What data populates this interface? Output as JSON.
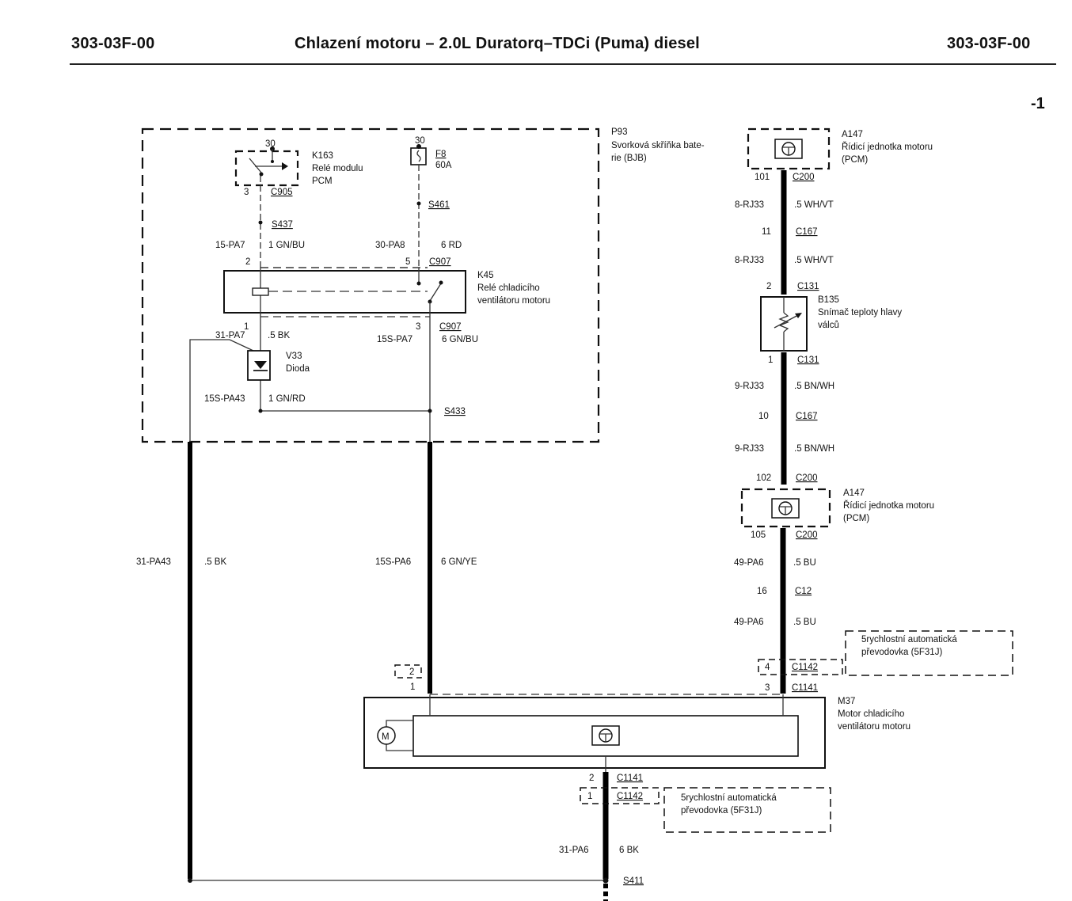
{
  "header": {
    "section_left": "303-03F-00",
    "title": "Chlazení motoru – 2.0L Duratorq–TDCi (Puma) diesel",
    "section_right": "303-03F-00",
    "page_suffix": "-1"
  },
  "components": {
    "p93": {
      "id": "P93",
      "desc1": "Svorková skříňka bate-",
      "desc2": "rie (BJB)"
    },
    "k163": {
      "id": "K163",
      "desc1": "Relé modulu",
      "desc2": "PCM",
      "terminal_top": "30"
    },
    "f8": {
      "id": "F8",
      "rating": "60A",
      "terminal_top": "30"
    },
    "k45": {
      "id": "K45",
      "desc1": "Relé chladicího",
      "desc2": "ventilátoru motoru"
    },
    "v33": {
      "id": "V33",
      "desc": "Dioda"
    },
    "a147_top": {
      "id": "A147",
      "desc1": "Řídicí jednotka motoru",
      "desc2": "(PCM)"
    },
    "b135": {
      "id": "B135",
      "desc1": "Snímač teploty hlavy",
      "desc2": "válců"
    },
    "a147_bottom": {
      "id": "A147",
      "desc1": "Řídicí jednotka motoru",
      "desc2": "(PCM)"
    },
    "trans_upper": {
      "desc1": "5rychlostní automatická",
      "desc2": "převodovka (5F31J)"
    },
    "trans_lower": {
      "desc1": "5rychlostní automatická",
      "desc2": "převodovka (5F31J)"
    },
    "m37": {
      "id": "M37",
      "desc1": "Motor chladicího",
      "desc2": "ventilátoru motoru",
      "motor_symbol": "M"
    }
  },
  "connectors": {
    "c905": {
      "pin": "3",
      "name": "C905"
    },
    "s437": "S437",
    "s461": "S461",
    "c907_top_left": {
      "pin": "2"
    },
    "c907_top_right": {
      "pin": "5",
      "name": "C907"
    },
    "c907_bot_left": {
      "pin": "1"
    },
    "c907_bot_right": {
      "pin": "3",
      "name": "C907"
    },
    "s433": "S433",
    "c200_101": {
      "pin": "101",
      "name": "C200"
    },
    "c167_11": {
      "pin": "11",
      "name": "C167"
    },
    "c131_2": {
      "pin": "2",
      "name": "C131"
    },
    "c131_1": {
      "pin": "1",
      "name": "C131"
    },
    "c167_10": {
      "pin": "10",
      "name": "C167"
    },
    "c200_102": {
      "pin": "102",
      "name": "C200"
    },
    "c200_105": {
      "pin": "105",
      "name": "C200"
    },
    "c12_16": {
      "pin": "16",
      "name": "C12"
    },
    "c1142_4": {
      "pin": "4",
      "name": "C1142"
    },
    "c1141_3": {
      "pin": "3",
      "name": "C1141"
    },
    "c1142_2": {
      "pin": "2"
    },
    "c1141_1": {
      "pin": "1"
    },
    "c1141_2": {
      "pin": "2",
      "name": "C1141"
    },
    "c1142_1": {
      "pin": "1",
      "name": "C1142"
    },
    "s411": "S411"
  },
  "wires": {
    "w15pa7": {
      "circuit": "15-PA7",
      "spec": "1 GN/BU"
    },
    "w30pa8": {
      "circuit": "30-PA8",
      "spec": "6 RD"
    },
    "w31pa7": {
      "circuit": "31-PA7",
      "spec": ".5 BK"
    },
    "w15spa7": {
      "circuit": "15S-PA7",
      "spec": "6 GN/BU"
    },
    "w15spa43": {
      "circuit": "15S-PA43",
      "spec": "1 GN/RD"
    },
    "w31pa43": {
      "circuit": "31-PA43",
      "spec": ".5 BK"
    },
    "w15spa6": {
      "circuit": "15S-PA6",
      "spec": "6 GN/YE"
    },
    "w8rj33a": {
      "circuit": "8-RJ33",
      "spec": ".5 WH/VT"
    },
    "w8rj33b": {
      "circuit": "8-RJ33",
      "spec": ".5 WH/VT"
    },
    "w9rj33a": {
      "circuit": "9-RJ33",
      "spec": ".5 BN/WH"
    },
    "w9rj33b": {
      "circuit": "9-RJ33",
      "spec": ".5 BN/WH"
    },
    "w49pa6a": {
      "circuit": "49-PA6",
      "spec": ".5 BU"
    },
    "w49pa6b": {
      "circuit": "49-PA6",
      "spec": ".5 BU"
    },
    "w31pa6": {
      "circuit": "31-PA6",
      "spec": "6 BK"
    }
  }
}
